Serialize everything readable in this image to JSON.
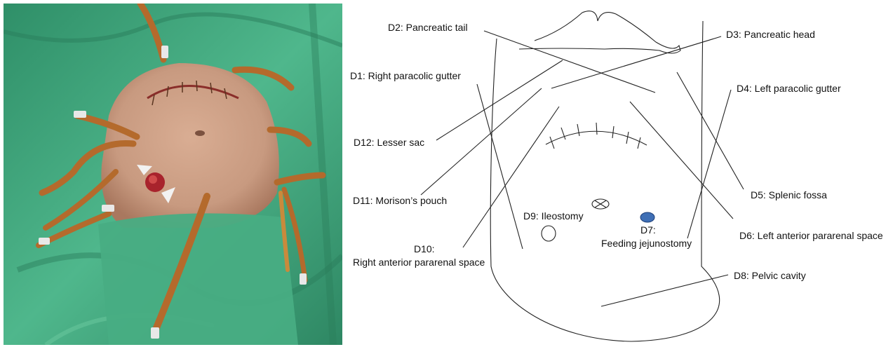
{
  "figure": {
    "photo": {
      "subject": "post-operative abdomen with multiple rubber drainage tubes",
      "colors": {
        "drape": "#3fa57c",
        "skin": "#c89a80",
        "tube": "#b46a2c",
        "wound": "#a8232c"
      }
    },
    "diagram": {
      "labels": {
        "d1": "D1: Right  paracolic gutter",
        "d2": "D2: Pancreatic tail",
        "d3": "D3: Pancreatic head",
        "d4": "D4: Left paracolic gutter",
        "d5": "D5: Splenic fossa",
        "d6": "D6: Left anterior pararenal space",
        "d7_line1": "D7:",
        "d7_line2": "Feeding jejunostomy",
        "d8": "D8: Pelvic cavity",
        "d9": "D9: Ileostomy",
        "d10_line1": "D10:",
        "d10_line2": "Right  anterior pararenal space",
        "d11": "D11: Morison’s pouch",
        "d12": "D12: Lesser sac"
      },
      "colors": {
        "jejunostomy_marker": "#3f6fb5",
        "line": "#222222"
      }
    }
  }
}
